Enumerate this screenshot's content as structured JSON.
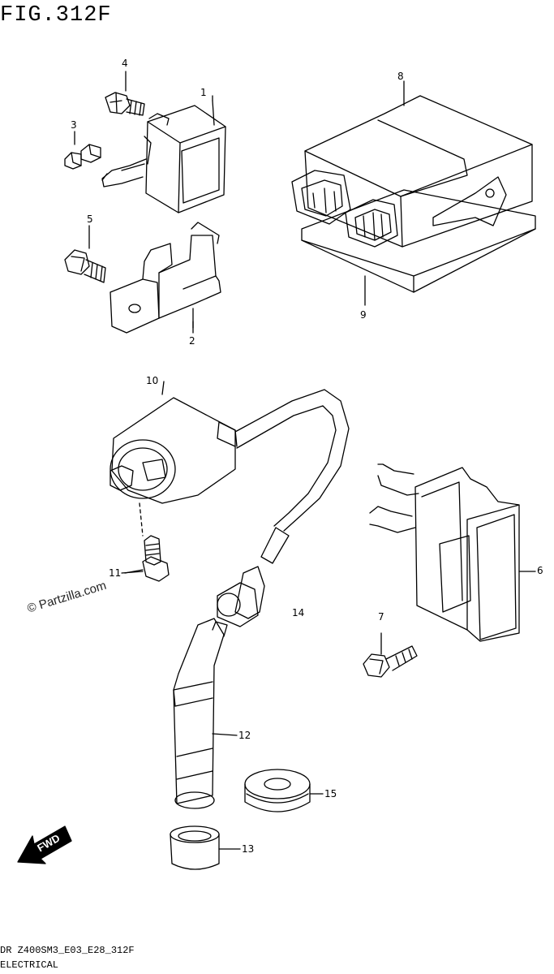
{
  "figure": {
    "title": "FIG.312F",
    "model_code": "DR Z400SM3_E03_E28_312F",
    "section": "ELECTRICAL",
    "watermark": "© Partzilla.com",
    "direction_arrow": "FWD"
  },
  "callouts": [
    "1",
    "2",
    "3",
    "4",
    "5",
    "6",
    "7",
    "8",
    "9",
    "10",
    "11",
    "12",
    "13",
    "14",
    "15"
  ]
}
